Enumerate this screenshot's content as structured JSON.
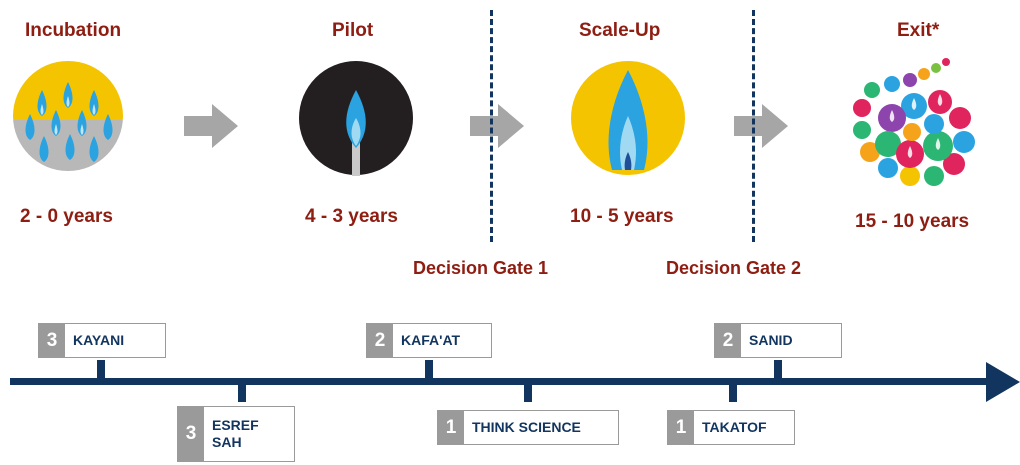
{
  "stages": [
    {
      "title": "Incubation",
      "years": "2 - 0 years",
      "icon": "flames-on-yellow-gray-icon"
    },
    {
      "title": "Pilot",
      "years": "4 - 3 years",
      "icon": "single-flame-dark-icon"
    },
    {
      "title": "Scale-Up",
      "years": "10 - 5 years",
      "icon": "large-flame-yellow-icon"
    },
    {
      "title": "Exit*",
      "years": "15 - 10 years",
      "icon": "colorful-circles-spiral-icon"
    }
  ],
  "gates": [
    "Decision Gate 1",
    "Decision Gate 2"
  ],
  "programs": [
    {
      "num": "3",
      "label": "KAYANI"
    },
    {
      "num": "3",
      "label": "ESREF\nSAH"
    },
    {
      "num": "2",
      "label": "KAFA'AT"
    },
    {
      "num": "1",
      "label": "THINK SCIENCE"
    },
    {
      "num": "1",
      "label": "TAKATOF"
    },
    {
      "num": "2",
      "label": "SANID"
    }
  ],
  "colors": {
    "title": "#8e1d12",
    "timeline": "#12355f",
    "tag_number_bg": "#9a9a9a",
    "arrow": "#a6a6a6",
    "yellow": "#f5c400",
    "flame_blue": "#2aa3e0"
  }
}
